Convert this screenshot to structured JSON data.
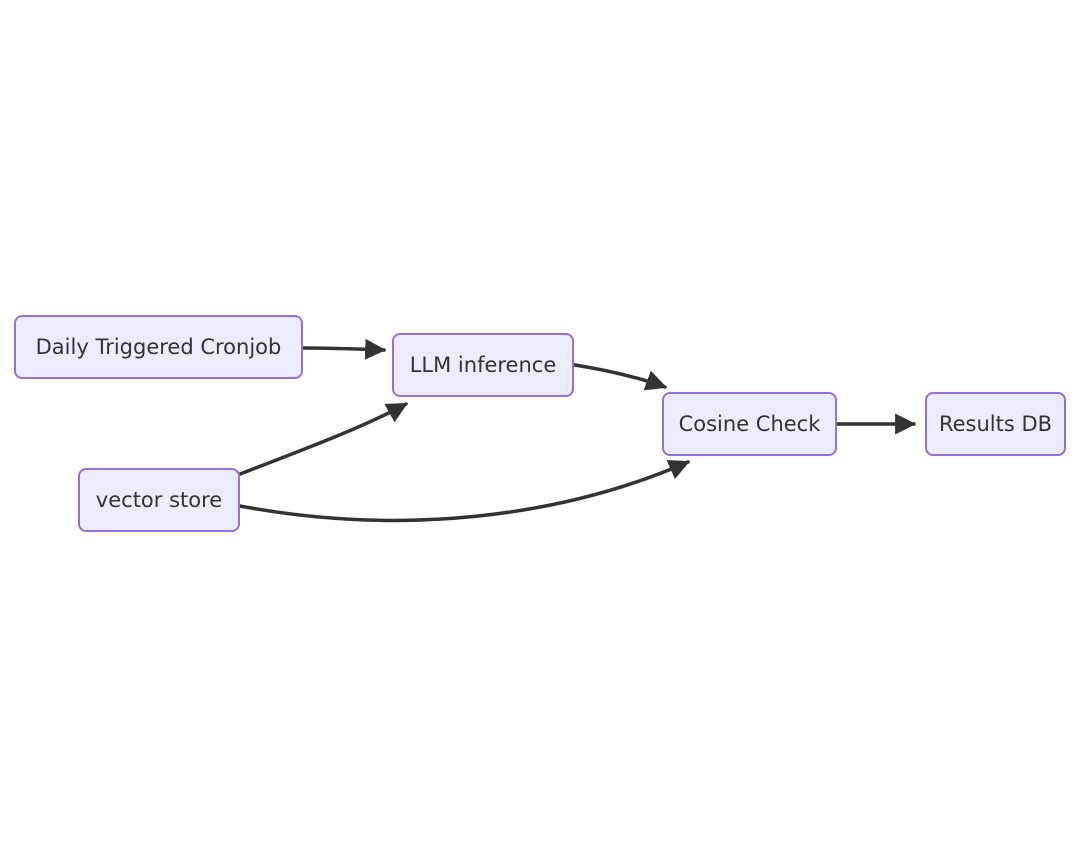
{
  "diagram": {
    "type": "flowchart",
    "direction": "left-to-right",
    "nodes": [
      {
        "id": "cronjob",
        "label": "Daily Triggered Cronjob"
      },
      {
        "id": "llm",
        "label": "LLM inference"
      },
      {
        "id": "vector",
        "label": "vector store"
      },
      {
        "id": "cosine",
        "label": "Cosine Check"
      },
      {
        "id": "results",
        "label": "Results DB"
      }
    ],
    "edges": [
      {
        "from": "Daily Triggered Cronjob",
        "to": "LLM inference"
      },
      {
        "from": "vector store",
        "to": "LLM inference"
      },
      {
        "from": "LLM inference",
        "to": "Cosine Check"
      },
      {
        "from": "vector store",
        "to": "Cosine Check"
      },
      {
        "from": "Cosine Check",
        "to": "Results DB"
      }
    ],
    "colors": {
      "node_fill": "#ECECFF",
      "node_border": "#9370DB",
      "node_text": "#333333",
      "edge_stroke": "#333333",
      "background": "#FFFFFF"
    }
  }
}
